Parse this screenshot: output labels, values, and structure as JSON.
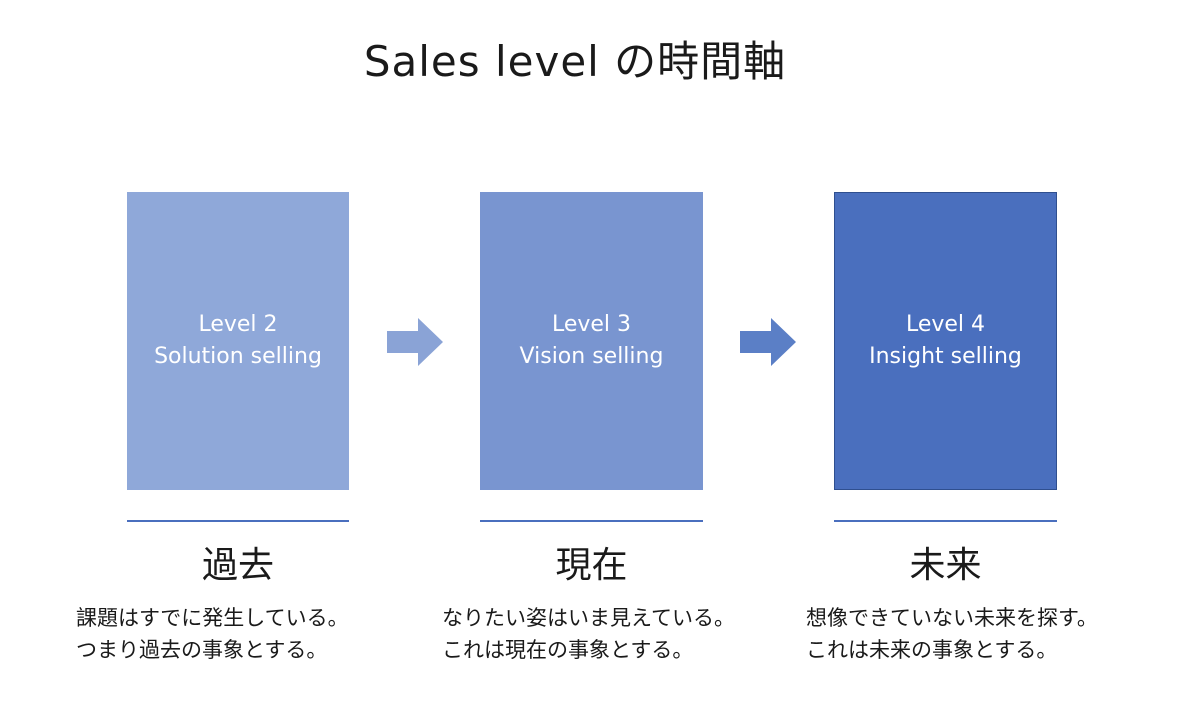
{
  "title": "Sales level の時間軸",
  "colors": {
    "box_level2": "#8fa8d9",
    "box_level3": "#7995d0",
    "box_level4": "#4a6fbe",
    "arrow1": "#8aa3d6",
    "arrow2": "#5b7fc6",
    "rule": "#4a6fbe"
  },
  "stages": [
    {
      "level": "Level 2",
      "name": "Solution selling",
      "era": "過去",
      "desc_line1": "課題はすでに発生している。",
      "desc_line2": "つまり過去の事象とする。"
    },
    {
      "level": "Level 3",
      "name": "Vision selling",
      "era": "現在",
      "desc_line1": "なりたい姿はいま見えている。",
      "desc_line2": "これは現在の事象とする。"
    },
    {
      "level": "Level 4",
      "name": "Insight selling",
      "era": "未来",
      "desc_line1": "想像できていない未来を探す。",
      "desc_line2": "これは未来の事象とする。"
    }
  ]
}
